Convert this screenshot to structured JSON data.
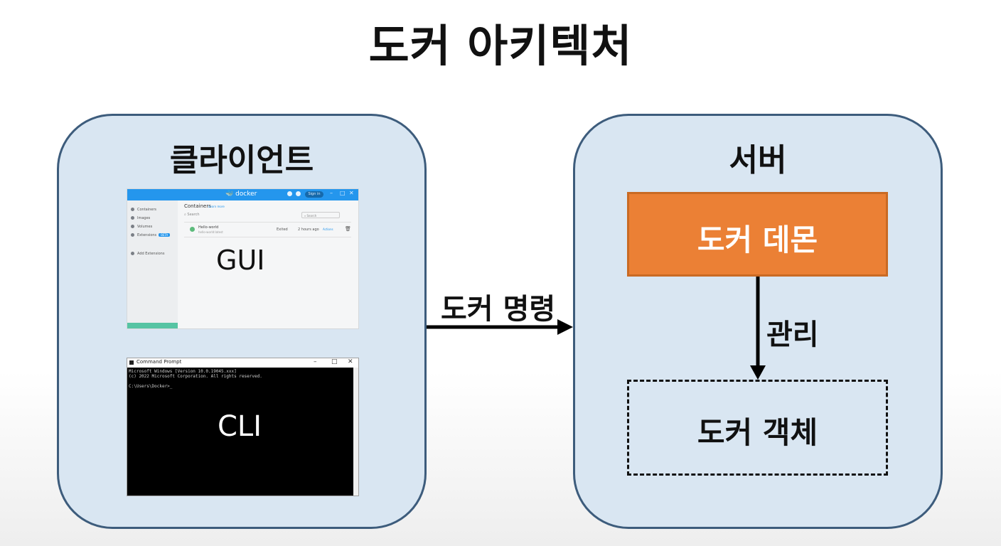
{
  "title": "도커 아키텍처",
  "client": {
    "title": "클라이언트",
    "gui": {
      "label": "GUI",
      "app_name": "docker",
      "signin": "Sign in",
      "sidebar": [
        "Containers",
        "Images",
        "Volumes",
        "Extensions",
        "Add Extensions"
      ],
      "badge": "BETA",
      "main_title": "Containers",
      "link": "Learn more",
      "search": "Search",
      "search2": "Search",
      "row": {
        "name": "Hello-world",
        "sub": "hello-world:latest",
        "status": "Exited",
        "time": "2 hours ago",
        "action": "Actions"
      }
    },
    "cli": {
      "label": "CLI",
      "title": "Command Prompt",
      "lines": [
        "Microsoft Windows [Version 10.0.19045.xxx]",
        "(c) 2022 Microsoft Corporation. All rights reserved.",
        "C:\\Users\\Docker>_"
      ]
    }
  },
  "server": {
    "title": "서버",
    "daemon": "도커 데몬",
    "objects": "도커 객체"
  },
  "edges": {
    "command": "도커 명령",
    "manage": "관리"
  }
}
